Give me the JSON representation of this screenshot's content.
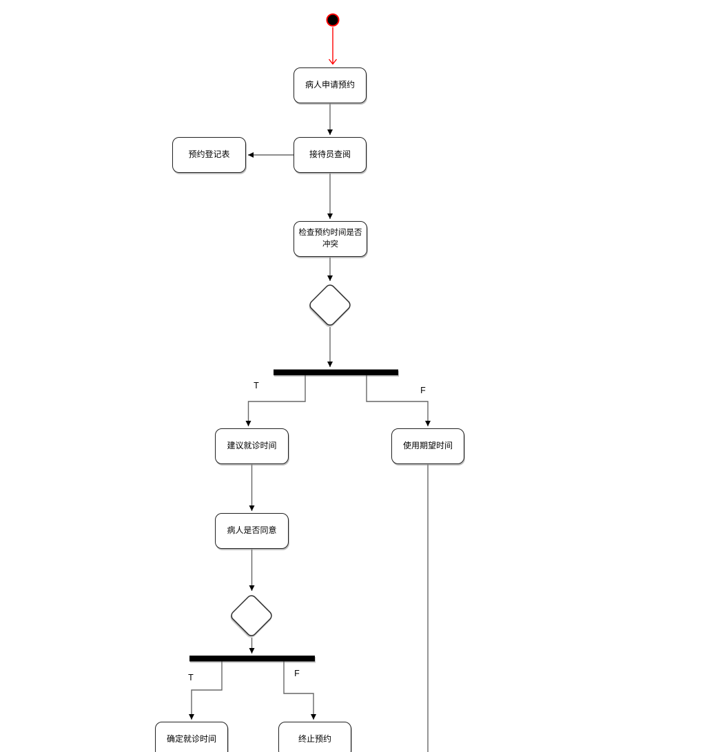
{
  "diagram": {
    "kind": "uml-activity-flowchart",
    "nodes": {
      "apply": {
        "label": "病人申请预约"
      },
      "review": {
        "label": "接待员查阅"
      },
      "register": {
        "label": "预约登记表"
      },
      "check": {
        "label": "检查预约时间是否冲突"
      },
      "suggest": {
        "label": "建议就诊时间"
      },
      "use_expected": {
        "label": "使用期望时间"
      },
      "agree": {
        "label": "病人是否同意"
      },
      "confirm": {
        "label": "确定就诊时间"
      },
      "terminate": {
        "label": "终止预约"
      }
    },
    "edge_labels": {
      "fork1_true": "T",
      "fork1_false": "F",
      "fork2_true": "T",
      "fork2_false": "F"
    },
    "colors": {
      "start_fill": "#000000",
      "start_ring": "#ff0000",
      "start_edge": "#ff0000",
      "edge": "#666666",
      "arrowhead": "#000000",
      "node_border": "#1f1f1f",
      "node_fill": "#ffffff",
      "fork_bar": "#000000",
      "text": "#000000",
      "background": "#ffffff"
    }
  }
}
